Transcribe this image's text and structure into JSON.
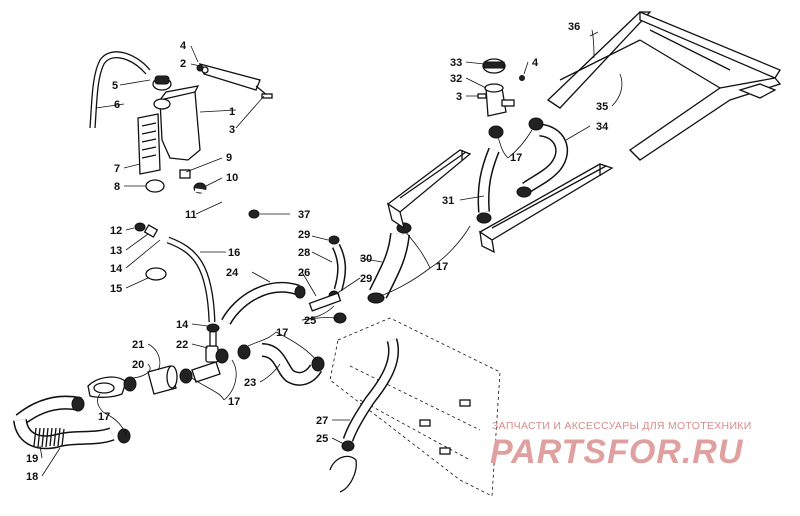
{
  "callouts": [
    {
      "id": "c1",
      "text": "1"
    },
    {
      "id": "c2",
      "text": "2"
    },
    {
      "id": "c3",
      "text": "3"
    },
    {
      "id": "c4",
      "text": "4"
    },
    {
      "id": "c5",
      "text": "5"
    },
    {
      "id": "c6",
      "text": "6"
    },
    {
      "id": "c7",
      "text": "7"
    },
    {
      "id": "c8",
      "text": "8"
    },
    {
      "id": "c9",
      "text": "9"
    },
    {
      "id": "c10",
      "text": "10"
    },
    {
      "id": "c11",
      "text": "11"
    },
    {
      "id": "c12",
      "text": "12"
    },
    {
      "id": "c13",
      "text": "13"
    },
    {
      "id": "c14",
      "text": "14"
    },
    {
      "id": "c15",
      "text": "15"
    },
    {
      "id": "c16",
      "text": "16"
    },
    {
      "id": "c14b",
      "text": "14"
    },
    {
      "id": "c22",
      "text": "22"
    },
    {
      "id": "c21",
      "text": "21"
    },
    {
      "id": "c20",
      "text": "20"
    },
    {
      "id": "c17a",
      "text": "17"
    },
    {
      "id": "c19",
      "text": "19"
    },
    {
      "id": "c18",
      "text": "18"
    },
    {
      "id": "c17b",
      "text": "17"
    },
    {
      "id": "c23",
      "text": "23"
    },
    {
      "id": "c17c",
      "text": "17"
    },
    {
      "id": "c24",
      "text": "24"
    },
    {
      "id": "c25a",
      "text": "25"
    },
    {
      "id": "c26",
      "text": "26"
    },
    {
      "id": "c28",
      "text": "28"
    },
    {
      "id": "c29a",
      "text": "29"
    },
    {
      "id": "c29b",
      "text": "29"
    },
    {
      "id": "c30",
      "text": "30"
    },
    {
      "id": "c17d",
      "text": "17"
    },
    {
      "id": "c31",
      "text": "31"
    },
    {
      "id": "c17e",
      "text": "17"
    },
    {
      "id": "c27",
      "text": "27"
    },
    {
      "id": "c25b",
      "text": "25"
    },
    {
      "id": "c37",
      "text": "37"
    },
    {
      "id": "c33",
      "text": "33"
    },
    {
      "id": "c32",
      "text": "32"
    },
    {
      "id": "c3b",
      "text": "3"
    },
    {
      "id": "c4b",
      "text": "4"
    },
    {
      "id": "c34",
      "text": "34"
    },
    {
      "id": "c35",
      "text": "35"
    },
    {
      "id": "c36",
      "text": "36"
    }
  ],
  "watermark": {
    "tagline": "ЗАПЧАСТИ И АКСЕССУАРЫ ДЛЯ МОТОТЕХНИКИ",
    "logo": "PARTSFOR.RU"
  },
  "colors": {
    "line": "#111111",
    "watermark": "#e0a0a0",
    "background": "#ffffff"
  }
}
